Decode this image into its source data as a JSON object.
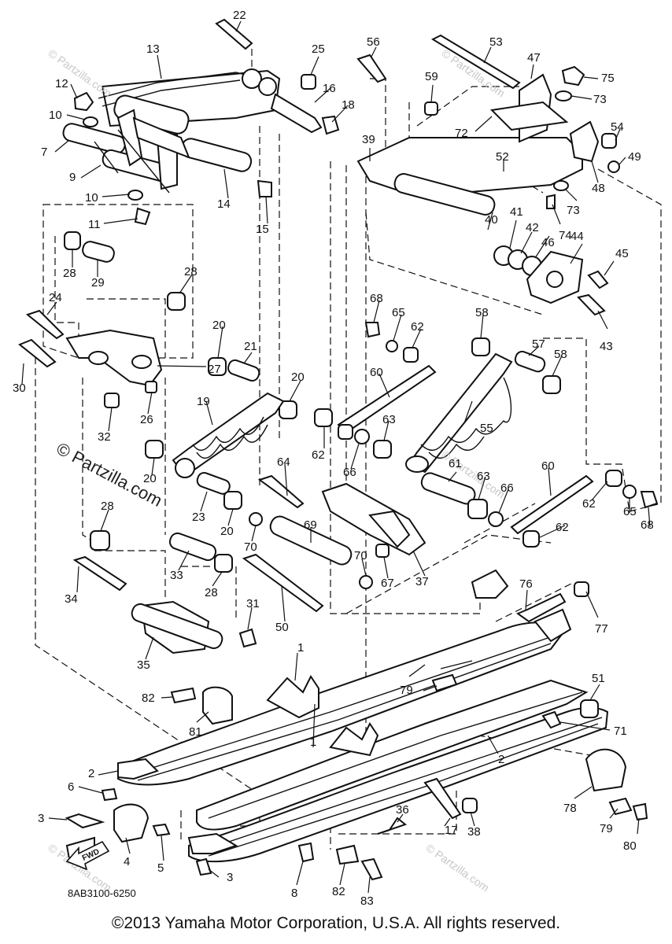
{
  "diagram": {
    "code": "8AB3100-6250",
    "copyright": "©2013 Yamaha Motor Corporation, U.S.A. All rights reserved.",
    "watermark": "© Partzilla.com",
    "fwd_label": "FWD",
    "callouts": [
      "1",
      "1",
      "2",
      "2",
      "3",
      "3",
      "4",
      "5",
      "6",
      "7",
      "8",
      "9",
      "10",
      "10",
      "11",
      "12",
      "13",
      "14",
      "15",
      "16",
      "17",
      "18",
      "19",
      "20",
      "20",
      "20",
      "20",
      "21",
      "22",
      "23",
      "24",
      "25",
      "26",
      "27",
      "28",
      "28",
      "28",
      "28",
      "29",
      "30",
      "31",
      "32",
      "33",
      "34",
      "35",
      "36",
      "37",
      "38",
      "39",
      "40",
      "41",
      "42",
      "43",
      "44",
      "45",
      "46",
      "47",
      "48",
      "49",
      "50",
      "51",
      "52",
      "53",
      "54",
      "55",
      "56",
      "57",
      "58",
      "58",
      "59",
      "60",
      "60",
      "61",
      "62",
      "62",
      "62",
      "62",
      "63",
      "63",
      "64",
      "65",
      "65",
      "66",
      "66",
      "67",
      "68",
      "68",
      "69",
      "70",
      "70",
      "71",
      "72",
      "73",
      "73",
      "74",
      "75",
      "76",
      "77",
      "78",
      "79",
      "79",
      "80",
      "81",
      "82",
      "82",
      "83"
    ]
  }
}
